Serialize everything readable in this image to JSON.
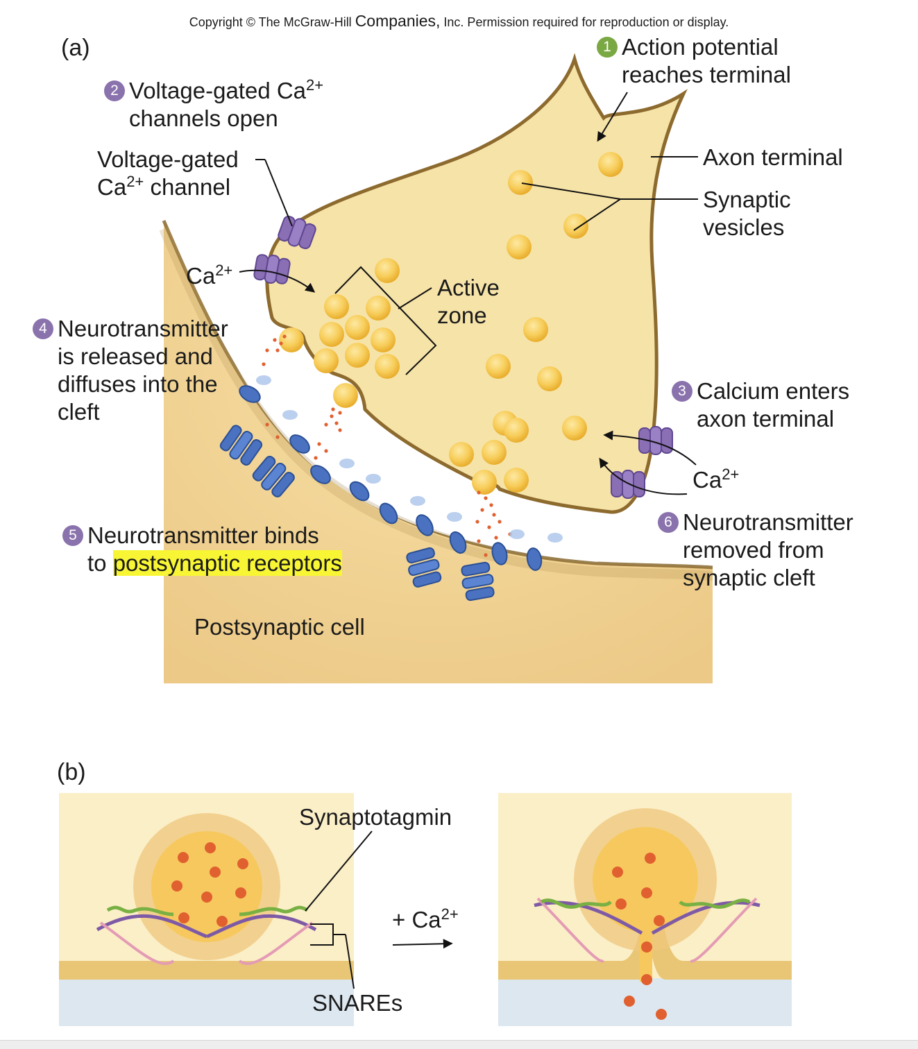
{
  "copyright": {
    "before": "Copyright © The McGraw-Hill ",
    "companies": "Companies,",
    "after": " Inc. Permission required for reproduction or display."
  },
  "panel_a": {
    "label": "(a)",
    "steps": [
      {
        "num": "1",
        "lines": [
          "Action potential",
          "reaches terminal"
        ]
      },
      {
        "num": "2",
        "line1": "Voltage-gated Ca",
        "line1_sup": "2+",
        "line2": "channels open"
      },
      {
        "num": "3",
        "lines": [
          "Calcium enters",
          "axon terminal"
        ]
      },
      {
        "num": "4",
        "lines": [
          "Neurotransmitter",
          "is released and",
          "diffuses into the",
          "cleft"
        ]
      },
      {
        "num": "5",
        "line1": "Neurotransmitter binds",
        "line2_prefix": "to ",
        "line2_highlight": "postsynaptic receptors"
      },
      {
        "num": "6",
        "lines": [
          "Neurotransmitter",
          "removed from",
          "synaptic cleft"
        ]
      }
    ],
    "labels": {
      "vg_channel_line1": "Voltage-gated",
      "vg_channel_line2": "Ca",
      "vg_channel_sup": "2+",
      "vg_channel_line2_rest": " channel",
      "ca_ion": "Ca",
      "ca_sup": "2+",
      "active_zone": [
        "Active",
        "zone"
      ],
      "axon_terminal": "Axon terminal",
      "synaptic_vesicles": [
        "Synaptic",
        "vesicles"
      ],
      "postsynaptic_cell": "Postsynaptic cell"
    }
  },
  "panel_b": {
    "label": "(b)",
    "synaptotagmin": "Synaptotagmin",
    "snares": "SNAREs",
    "plus_ca": "+ Ca",
    "plus_ca_sup": "2+"
  },
  "colors": {
    "cell_fill": "#f6e0a4",
    "membrane": "#9c7a3c",
    "vesicle": "#f5c64a",
    "receptor": "#4a72c0",
    "channel": "#8a6fb4",
    "neurotransmitter": "#e06030",
    "panel_bg": "#fbeec4",
    "cleft": "#dde7f0",
    "badge_green": "#7aa843",
    "badge_purple": "#8a72ad",
    "highlight": "#f8f634"
  }
}
